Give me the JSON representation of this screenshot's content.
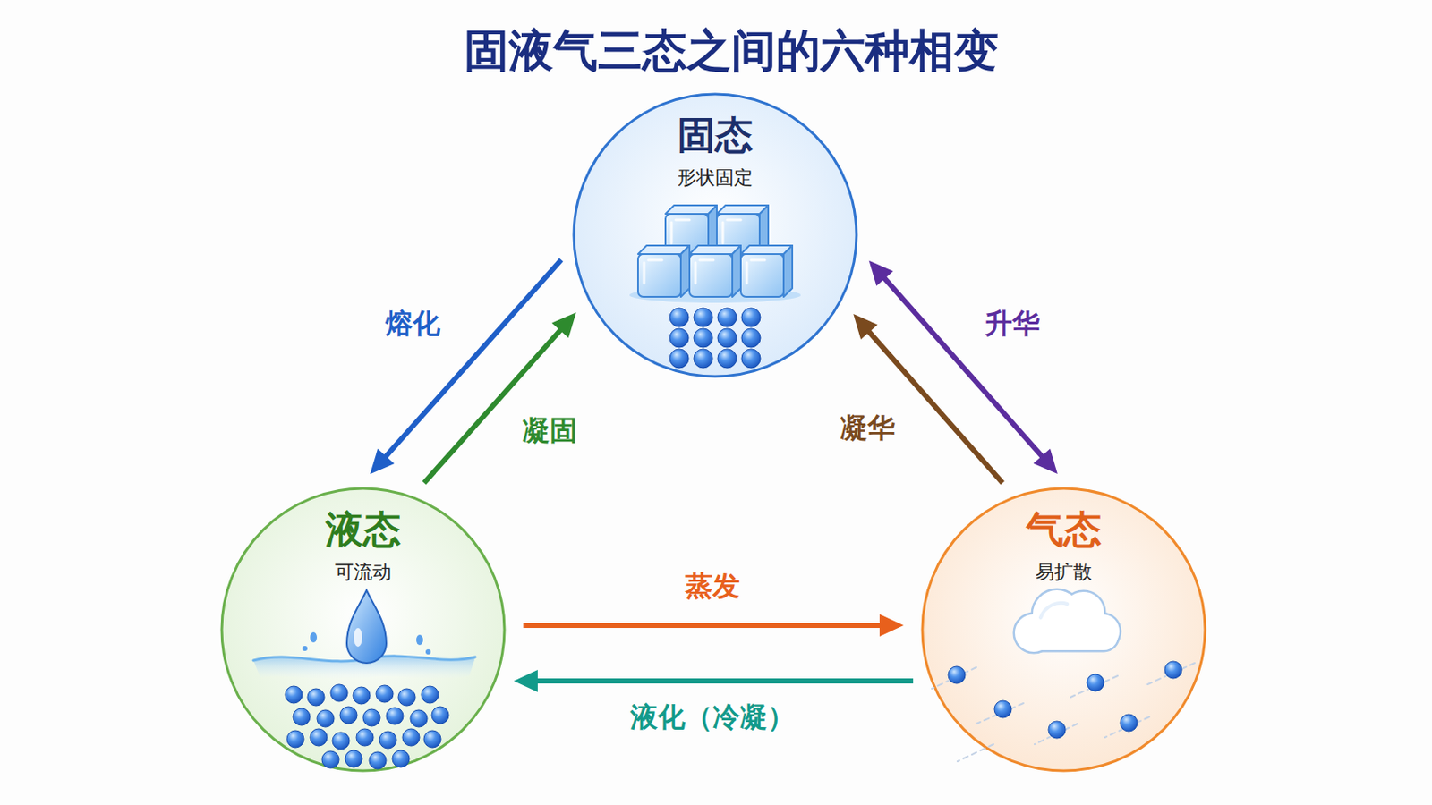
{
  "diagram": {
    "title": "固液气三态之间的六种相变",
    "nodes": [
      {
        "text": [
          "固态",
          "形状固定"
        ]
      },
      {
        "text": [
          "液态",
          "可流动"
        ]
      },
      {
        "text": [
          "气态",
          "易扩散"
        ]
      }
    ],
    "edges": [
      {
        "from": 0,
        "to": 1,
        "label": "熔化",
        "arrow": "to"
      },
      {
        "from": 1,
        "to": 0,
        "label": "凝固",
        "arrow": "to"
      },
      {
        "from": 2,
        "to": 0,
        "label": "凝华",
        "arrow": "to"
      },
      {
        "from": 0,
        "to": 2,
        "label": "升华",
        "arrow": "both"
      },
      {
        "from": 1,
        "to": 2,
        "label": "蒸发",
        "arrow": "to"
      },
      {
        "from": 2,
        "to": 1,
        "label": "液化（冷凝）",
        "arrow": "to"
      }
    ]
  }
}
